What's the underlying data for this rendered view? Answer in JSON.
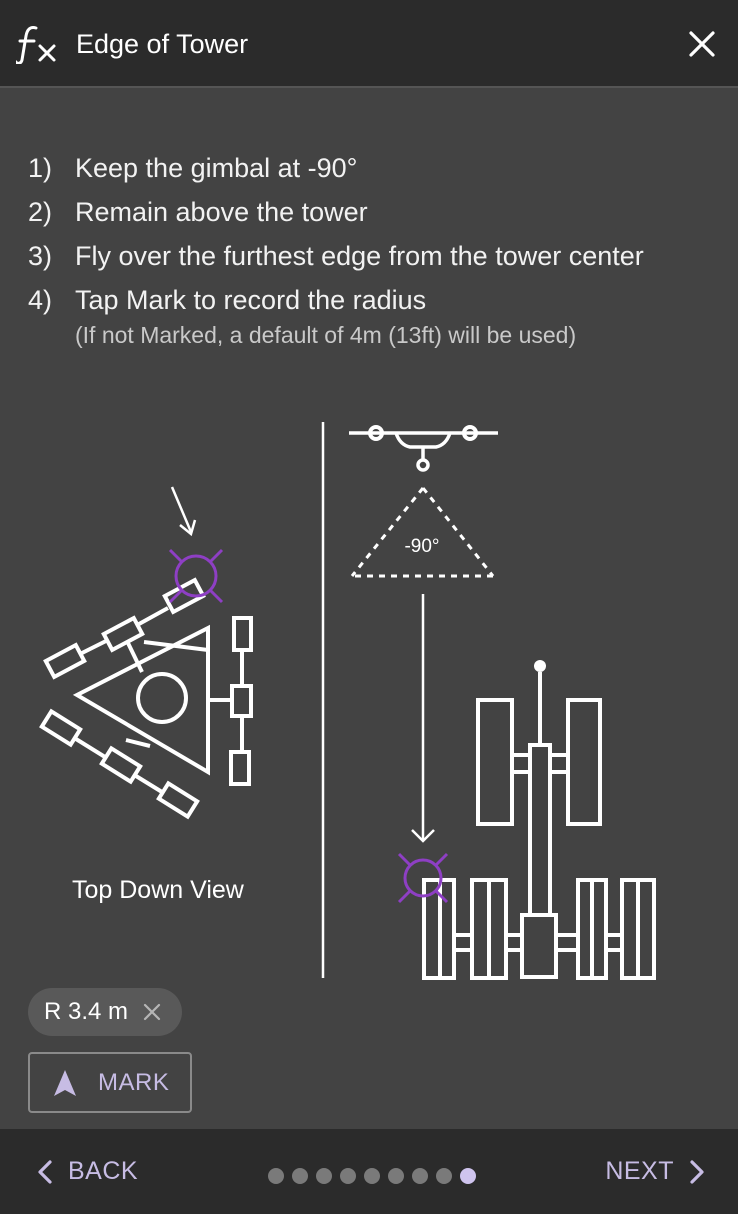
{
  "header": {
    "title": "Edge of Tower"
  },
  "steps": [
    {
      "num": "1)",
      "text": "Keep the gimbal at -90°"
    },
    {
      "num": "2)",
      "text": "Remain above the tower"
    },
    {
      "num": "3)",
      "text": "Fly over the furthest edge from the tower center"
    },
    {
      "num": "4)",
      "text": "Tap Mark to record the radius"
    }
  ],
  "note": "(If not Marked, a default of 4m (13ft) will be used)",
  "illustration": {
    "top_view_label": "Top Down View",
    "gimbal_angle": "-90°"
  },
  "radius_chip": {
    "value": "R 3.4 m"
  },
  "mark_button": {
    "label": "MARK"
  },
  "footer": {
    "back_label": "BACK",
    "next_label": "NEXT",
    "page_count": 9,
    "current_page": 9
  },
  "colors": {
    "accent": "#c7bce4",
    "marker": "#8e3fc4",
    "background": "#434343",
    "bar": "#2b2b2b"
  }
}
